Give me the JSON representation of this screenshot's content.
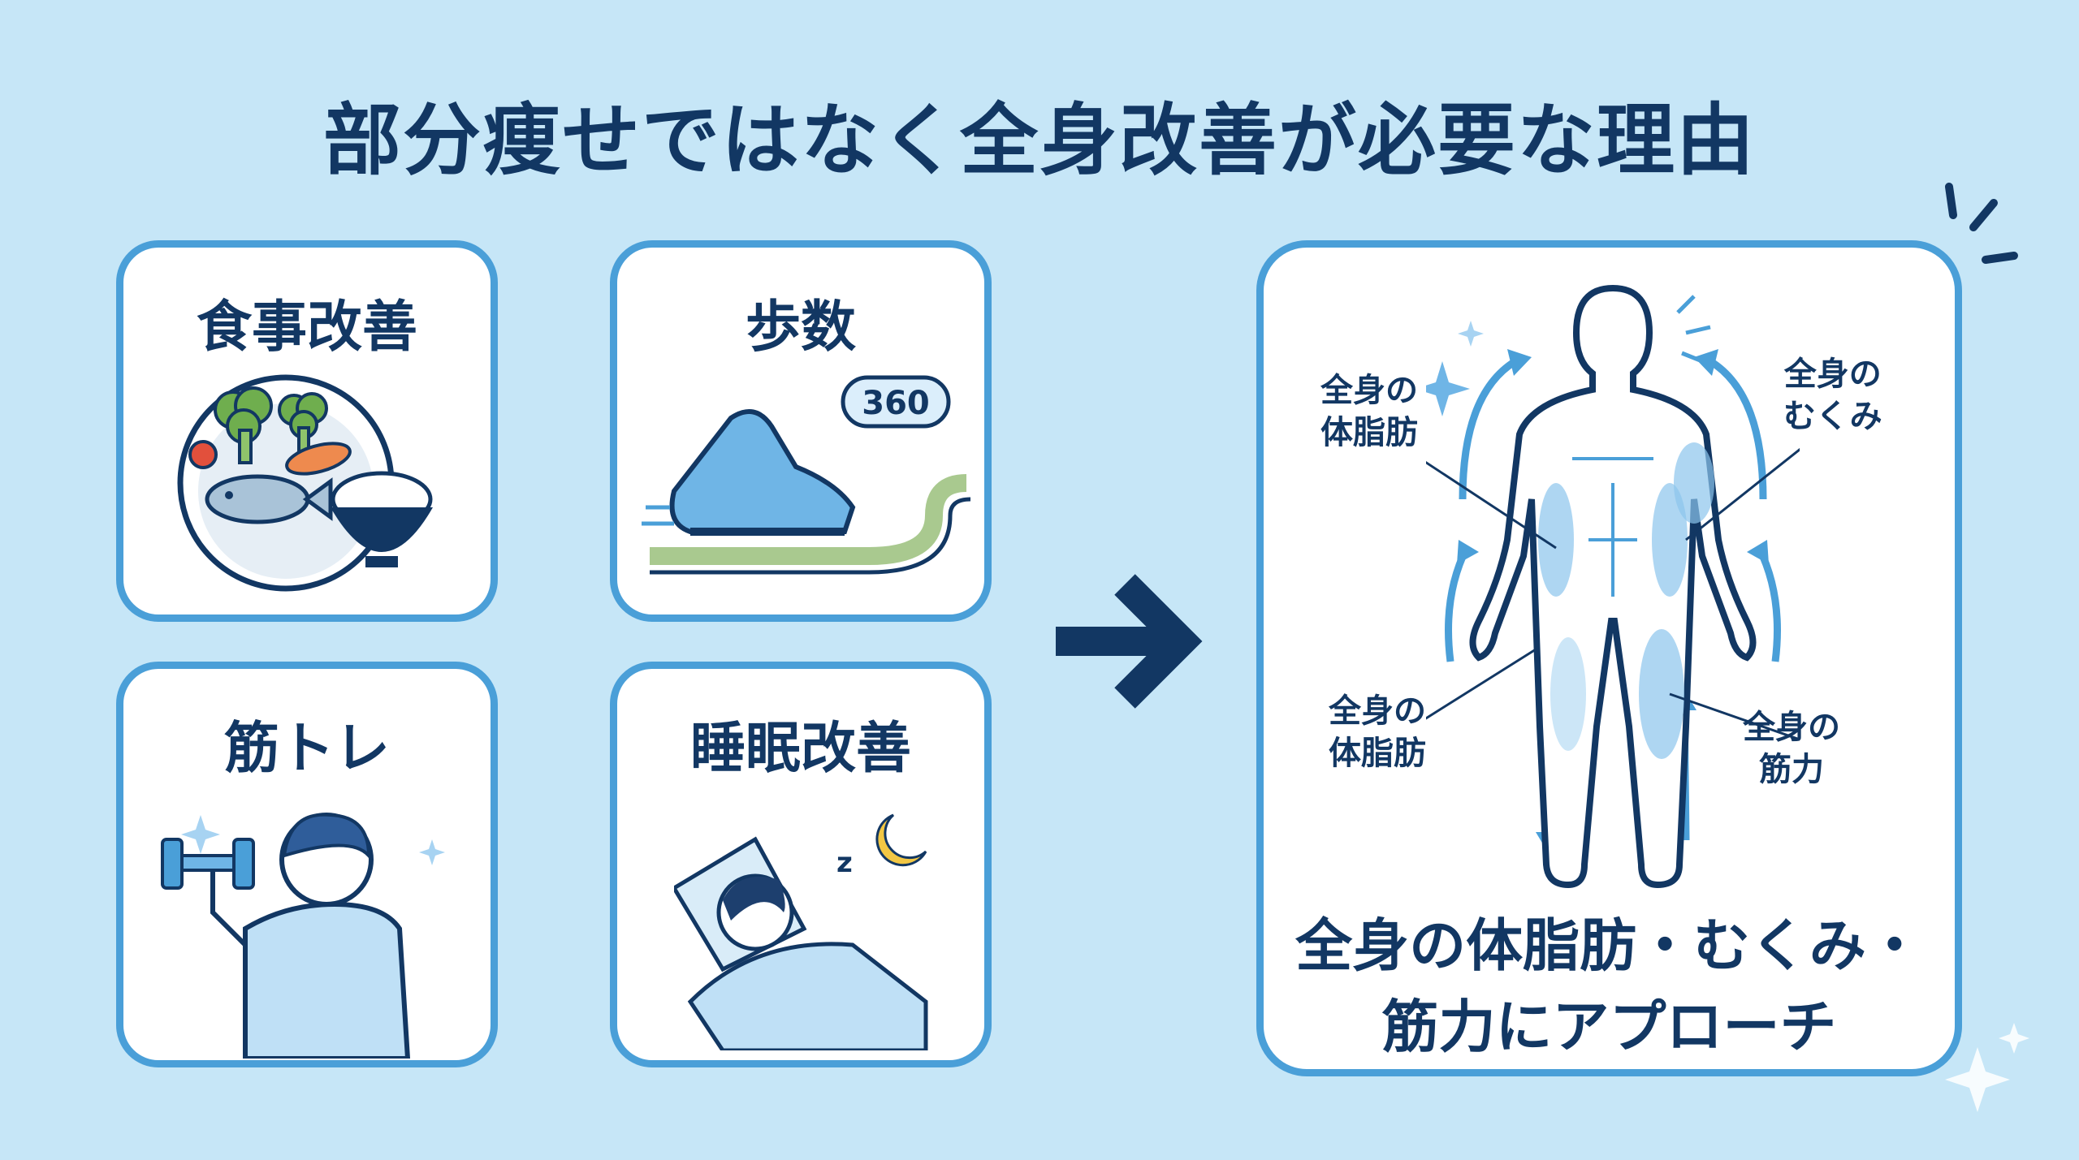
{
  "title": "部分痩せではなく全身改善が必要な理由",
  "cards": [
    {
      "label": "食事改善",
      "icon": "meal-plate-icon"
    },
    {
      "label": "歩数",
      "icon": "sneaker-icon",
      "step_count": "360"
    },
    {
      "label": "筋トレ",
      "icon": "dumbbell-person-icon"
    },
    {
      "label": "睡眠改善",
      "icon": "sleeping-person-icon"
    }
  ],
  "arrow_icon": "arrow-right-icon",
  "body_panel": {
    "icon": "human-body-icon",
    "labels": {
      "fat_top_left": "全身の\n体脂肪",
      "swelling_top_right": "全身の\nむくみ",
      "fat_bottom_left": "全身の\n体脂肪",
      "muscle_bottom_right": "全身の\n筋力"
    },
    "caption_line1": "全身の体脂肪・むくみ・",
    "caption_line2": "筋力にアプローチ"
  },
  "colors": {
    "background": "#c6e6f7",
    "card_border": "#4a9fd8",
    "navy": "#123763",
    "accent_blue": "#4a9fd8"
  }
}
